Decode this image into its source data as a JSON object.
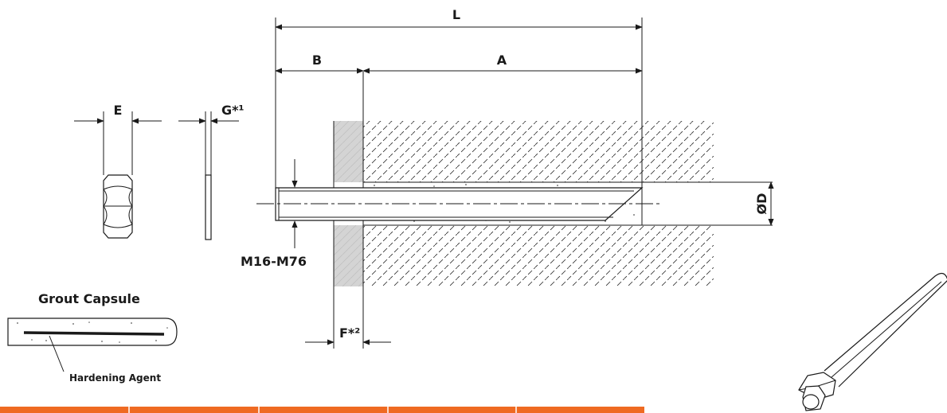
{
  "dimensions": {
    "L": "L",
    "A": "A",
    "B": "B",
    "E": "E",
    "G": "G*¹",
    "F": "F*²",
    "D": "ØD"
  },
  "bolt_size": "M16-M76",
  "grout_capsule": {
    "title": "Grout Capsule",
    "callout": "Hardening Agent"
  },
  "colors": {
    "accent_bar": "#ef6a22",
    "concrete": "#cfcfcf",
    "line": "#1a1a1a"
  }
}
